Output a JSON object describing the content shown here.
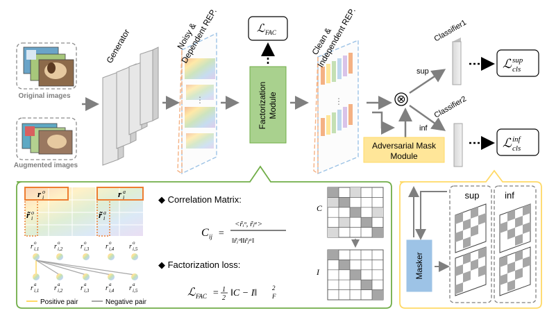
{
  "inputs": {
    "original_label": "Original images",
    "augmented_label": "Augmented images"
  },
  "pipeline": {
    "generator_label": "Generator",
    "noisy_label_line1": "Noisy &",
    "noisy_label_line2": "Dependent REP.",
    "fac_loss_label": "ℒ",
    "fac_loss_sub": "FAC",
    "factorization_line1": "Factorization",
    "factorization_line2": "Module",
    "clean_label_line1": "Clean &",
    "clean_label_line2": "Independent REP.",
    "otimes_symbol": "⊗",
    "sup_label": "sup",
    "inf_label": "inf",
    "classifier1_label": "Classifier1",
    "classifier2_label": "Classifier2",
    "cls_sup_main": "ℒ",
    "cls_sup_sub": "cls",
    "cls_sup_sup": "sup",
    "cls_inf_main": "ℒ",
    "cls_inf_sub": "cls",
    "cls_inf_sup": "inf",
    "adv_mask_line1": "Adversarial Mask",
    "adv_mask_line2": "Module"
  },
  "factorization_panel": {
    "r_o_main": "r",
    "r_o_sub": "i",
    "r_o_sup": "o",
    "r_a_main": "r",
    "r_a_sub": "i",
    "r_a_sup": "a",
    "r_tilde_o_main": "r̃",
    "r_tilde_o_sub": "i",
    "r_tilde_o_sup": "o",
    "r_tilde_a_main": "r̃",
    "r_tilde_a_sub": "i",
    "r_tilde_a_sup": "a",
    "top_row_labels": [
      "r",
      "r",
      "r",
      "r",
      "r"
    ],
    "top_row_subs": [
      "i,1",
      "i,2",
      "i,3",
      "i,4",
      "i,5"
    ],
    "top_row_sup": "o",
    "bottom_row_sup": "a",
    "correlation_title": "◆ Correlation Matrix:",
    "factorization_title": "◆ Factorization loss:",
    "positive_pair": "Positive pair",
    "negative_pair": "Negative pair",
    "matrix_c_label": "C",
    "matrix_i_label": "I"
  },
  "masker_panel": {
    "sup_label": "sup",
    "inf_label": "inf",
    "masker_label": "Masker"
  },
  "colors": {
    "green_box": "#a9d18e",
    "green_border": "#70ad47",
    "yellow_box": "#ffe699",
    "yellow_border": "#ffd966",
    "blue_box": "#9dc3e6",
    "orange": "#ed7d31",
    "arrow_gray": "#7f7f7f"
  }
}
